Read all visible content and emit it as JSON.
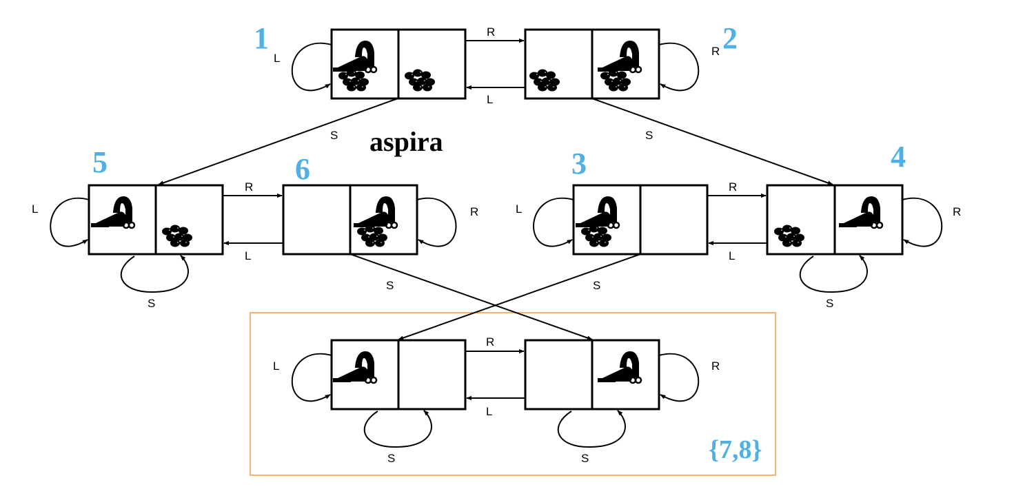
{
  "heading": "aspira",
  "colors": {
    "state_number": "#4fb0e6",
    "group_box": "#f29a3a",
    "line": "#000000"
  },
  "actions": {
    "left": "L",
    "right": "R",
    "suck": "S"
  },
  "icons": {
    "vacuum": "vacuum-cleaner-icon",
    "dirt": "dirt-icon"
  },
  "state_labels": {
    "s1": "1",
    "s2": "2",
    "s3": "3",
    "s4": "4",
    "s5": "5",
    "s6": "6"
  },
  "group_label": "{7,8}",
  "states": [
    {
      "id": "s1",
      "label": "1",
      "robot": "left",
      "dirt_left": true,
      "dirt_right": true
    },
    {
      "id": "s2",
      "label": "2",
      "robot": "right",
      "dirt_left": true,
      "dirt_right": true
    },
    {
      "id": "s5",
      "label": "5",
      "robot": "left",
      "dirt_left": false,
      "dirt_right": true
    },
    {
      "id": "s6",
      "label": "6",
      "robot": "right",
      "dirt_left": false,
      "dirt_right": true
    },
    {
      "id": "s3",
      "label": "3",
      "robot": "left",
      "dirt_left": true,
      "dirt_right": false
    },
    {
      "id": "s4",
      "label": "4",
      "robot": "right",
      "dirt_left": true,
      "dirt_right": false
    },
    {
      "id": "s7",
      "label": "",
      "robot": "left",
      "dirt_left": false,
      "dirt_right": false
    },
    {
      "id": "s8",
      "label": "",
      "robot": "right",
      "dirt_left": false,
      "dirt_right": false
    }
  ]
}
